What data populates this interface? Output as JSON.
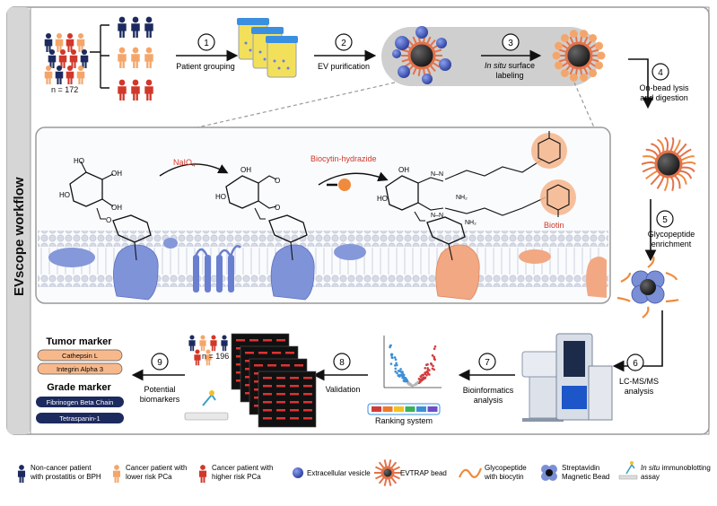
{
  "workflow_title": "EVscope workflow",
  "cohort_n": "n = 172",
  "validation_n": "n = 196",
  "steps": [
    {
      "num": "1",
      "label": "Patient grouping"
    },
    {
      "num": "2",
      "label": "EV purification"
    },
    {
      "num": "3",
      "label_em": "In situ",
      "label_rest": " surface",
      "label_line2": "labeling"
    },
    {
      "num": "4",
      "label_line1": "On-bead lysis",
      "label_line2": "and digestion"
    },
    {
      "num": "5",
      "label_line1": "Glycopeptide",
      "label_line2": "enrichment"
    },
    {
      "num": "6",
      "label_line1": "LC-MS/MS",
      "label_line2": "analysis"
    },
    {
      "num": "7",
      "label_line1": "Bioinformatics",
      "label_line2": "analysis"
    },
    {
      "num": "8",
      "label": "Validation"
    },
    {
      "num": "9",
      "label_line1": "Potential",
      "label_line2": "biomarkers"
    }
  ],
  "chemistry": {
    "oxidant": "NaIO",
    "oxidant_sub": "4",
    "reagent": "Biocytin-hydrazide",
    "biotin": "Biotin"
  },
  "ranking_label": "Ranking system",
  "markers": {
    "tumor_title": "Tumor marker",
    "tumor_items": [
      "Cathepsin L",
      "Integrin Alpha 3"
    ],
    "grade_title": "Grade marker",
    "grade_items": [
      "Fibrinogen Beta Chain",
      "Tetraspanin-1"
    ]
  },
  "legend": [
    {
      "line1": "Non-cancer patient",
      "line2": "with prostatitis or BPH"
    },
    {
      "line1": "Cancer patient with",
      "line2": "lower risk PCa"
    },
    {
      "line1": "Cancer patient with",
      "line2": "higher risk PCa"
    },
    {
      "line1": "Extracellular vesicle",
      "line2": ""
    },
    {
      "line1": "EVTRAP bead",
      "line2": ""
    },
    {
      "line1": "Glycopeptide",
      "line2": "with biocytin"
    },
    {
      "line1": "Streptavidin",
      "line2": "Magnetic Bead"
    },
    {
      "line1_em": "In situ",
      "line1_rest": " immunoblotting",
      "line2": "assay"
    }
  ],
  "colors": {
    "navy": "#1c2a5e",
    "peach": "#f4a66a",
    "red": "#d0382a",
    "orange": "#f08a3c",
    "blue_vesicle": "#4a63c8",
    "membrane": "#c9cfdc",
    "protein_blue": "#7f93d9",
    "protein_peach": "#f2a883"
  }
}
